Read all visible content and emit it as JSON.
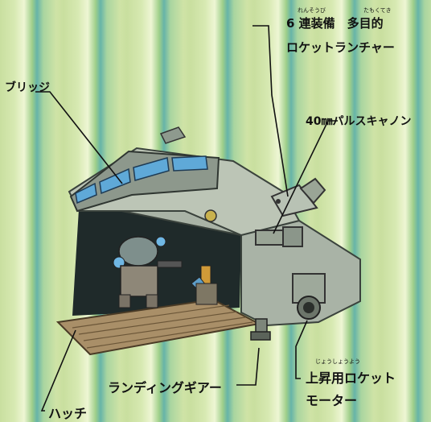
{
  "labels": {
    "launcher_line1": "6 連装備　多目的",
    "launcher_line2": "ロケットランチャー",
    "launcher_ruby1": "れんそうび",
    "launcher_ruby2": "たもくてき",
    "bridge": "ブリッジ",
    "cannon": "40㎜パルスキャノン",
    "landing_gear": "ランディングギアー",
    "lift_line1": "上昇用ロケット",
    "lift_line2": "モーター",
    "lift_ruby": "じょうしょうよう",
    "hatch": "ハッチ"
  },
  "colors": {
    "background": "#cfe3a6",
    "hull": "#a9b3a6",
    "hull_dark": "#6f7a70",
    "window": "#5fa9d8",
    "ramp": "#a98f68"
  }
}
